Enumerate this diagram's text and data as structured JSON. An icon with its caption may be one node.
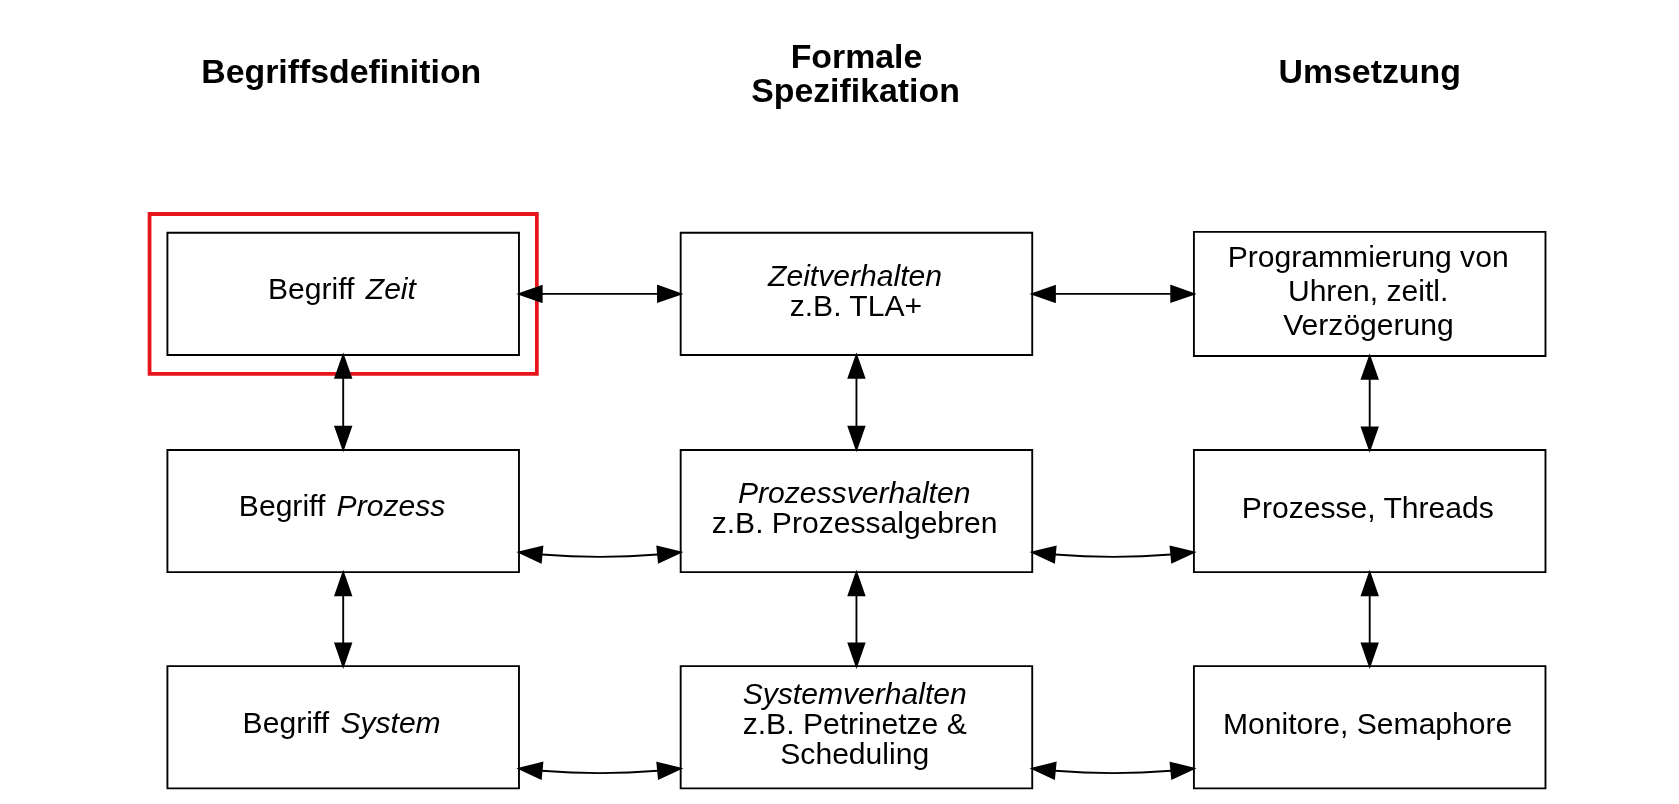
{
  "diagram": {
    "nodes": [
      {
        "text": [],
        "shape": "box"
      },
      {
        "text": [
          "Begriff *Zeit*"
        ],
        "in": 0
      },
      {
        "text": [
          "Zeitverhalten",
          "z.B. TLA+"
        ]
      },
      {
        "text": [
          "Programmierung von Uhren, zeitl. Verzögerung"
        ]
      },
      {
        "text": [
          "Begriff *Prozess*"
        ]
      },
      {
        "text": [
          "Prozessverhalten",
          "z.B. Prozessalgebren"
        ]
      },
      {
        "text": [
          "Prozesse, Threads"
        ]
      },
      {
        "text": [
          "Begriff *System*"
        ]
      },
      {
        "text": [
          "Systemverhalten",
          "z.B. Petrinetze & Scheduling"
        ]
      },
      {
        "text": [
          "Monitore, Semaphore"
        ]
      }
    ],
    "edges": [
      {
        "from": 1,
        "to": 2,
        "arrow": "both"
      },
      {
        "from": 2,
        "to": 3,
        "arrow": "both"
      },
      {
        "from": 1,
        "to": 4,
        "arrow": "both"
      },
      {
        "from": 2,
        "to": 5,
        "arrow": "both"
      },
      {
        "from": 3,
        "to": 6,
        "arrow": "both"
      },
      {
        "from": 4,
        "to": 5,
        "arrow": "both"
      },
      {
        "from": 5,
        "to": 6,
        "arrow": "both"
      },
      {
        "from": 4,
        "to": 7,
        "arrow": "both"
      },
      {
        "from": 5,
        "to": 8,
        "arrow": "both"
      },
      {
        "from": 6,
        "to": 9,
        "arrow": "both"
      },
      {
        "from": 7,
        "to": 8,
        "arrow": "both"
      },
      {
        "from": 8,
        "to": 9,
        "arrow": "both"
      }
    ],
    "labels": [
      "Begriffsdefinition",
      "Formale Spezifikation",
      "Umsetzung"
    ]
  }
}
